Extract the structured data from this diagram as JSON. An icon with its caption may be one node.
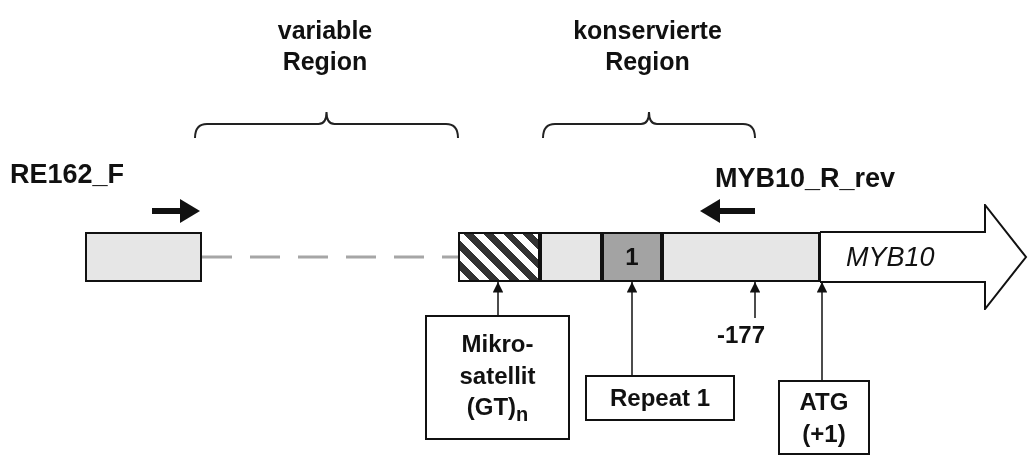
{
  "diagram": {
    "nodes": [
      {
        "text": [],
        "shape": "box"
      },
      {
        "text": [],
        "shape": "box"
      },
      {
        "text": [],
        "shape": "box"
      },
      {
        "text": [
          "1"
        ]
      },
      {
        "text": [],
        "shape": "box"
      },
      {
        "text": [
          "MYB10"
        ]
      },
      {
        "text": [
          "Mikro- satellit (GT)$_{n}$"
        ]
      },
      {
        "text": [
          "Repeat 1"
        ]
      },
      {
        "text": [
          "-177"
        ]
      },
      {
        "text": [
          "ATG (+1)"
        ]
      }
    ],
    "edges": [
      {
        "from": 0,
        "to": 1,
        "arrow": "none",
        "style": "dashed",
        "color": "#a6a6a6"
      },
      {
        "from": 6,
        "to": 1,
        "arrow": "to"
      },
      {
        "from": 7,
        "to": 3,
        "arrow": "to"
      },
      {
        "from": 8,
        "to": 4,
        "arrow": "to"
      },
      {
        "from": 9,
        "to": 5,
        "arrow": "to"
      }
    ],
    "labels": [
      "variable Region",
      "konservierte Region",
      "RE162_F",
      "MYB10_R_rev"
    ]
  }
}
